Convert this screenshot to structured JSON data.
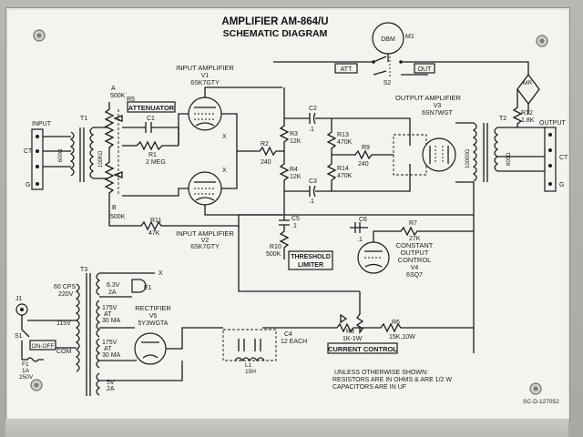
{
  "title": {
    "line1": "AMPLIFIER AM-864/U",
    "line2": "SCHEMATIC DIAGRAM"
  },
  "labels": {
    "input_amp_top": "INPUT AMPLIFIER",
    "v1": "V1",
    "v1_type": "6SK7GTY",
    "input_amp_bottom": "INPUT AMPLIFIER",
    "v2": "V2",
    "v2_type": "6SK7GTY",
    "output_amp": "OUTPUT AMPLIFIER",
    "v3": "V3",
    "v3_type": "6SN7WGT",
    "const_out_1": "CONSTANT",
    "const_out_2": "OUTPUT",
    "const_out_3": "CONTROL",
    "v4": "V4",
    "v4_type": "6SQ7",
    "rectifier": "RECTIFIER",
    "v5": "V5",
    "v5_type": "5Y3WGTA",
    "attenuator": "ATTENUATOR",
    "threshold_1": "THRESHOLD",
    "threshold_2": "LIMITER",
    "current_control": "CURRENT CONTROL",
    "att": "ATT",
    "out": "OUT",
    "on_off": "ON-OFF",
    "input": "INPUT",
    "output": "OUTPUT",
    "dbm": "DBM",
    "m1": "M1",
    "s2": "S2",
    "mr": "MR",
    "note_1": "UNLESS OTHERWISE SHOWN:",
    "note_2": "RESISTORS ARE IN OHMS & ARE 1/2 W",
    "note_3": "CAPACITORS ARE IN UF",
    "drawing_no": "SC-D-127052"
  },
  "components": {
    "r5": "R5",
    "r5_a": "A",
    "r5_a_val": "500K",
    "r5_b": "B",
    "r5_b_val": "500K",
    "r1": "R1",
    "r1_val": "2 MEG",
    "c1": "C1",
    "r11": "R11",
    "r11_val": "47K",
    "r2": "R2",
    "r2_val": "240",
    "r3": "R3",
    "r3_val": "12K",
    "r4": "R4",
    "r4_val": "12K",
    "r10": "R10",
    "r10_val": "500K",
    "c5": "C5",
    "c5_val": ".1",
    "c2": "C2",
    "c2_val": ".1",
    "c3": "C3",
    "c3_val": ".1",
    "r13": "R13",
    "r13_val": "470K",
    "r14": "R14",
    "r14_val": "470K",
    "r9": "R9",
    "r9_val": "240",
    "r12": "R12",
    "r12_val": "1.8K",
    "r7": "R7",
    "r7_val": "27K",
    "c6": "C6",
    "c6_val": ".1",
    "r8": "R8",
    "r8_val": "1K-1W",
    "r6": "R6",
    "r6_val": "15K,10W",
    "c4": "C4",
    "c4_val": "12 EACH",
    "l1": "L1",
    "l1_val": "15H",
    "t1": "T1",
    "t2": "T2",
    "t3": "T3",
    "j1": "J1",
    "s1": "S1",
    "f1": "F1",
    "f1_val": "1A",
    "f1_v": "250V",
    "e1": "E1",
    "t3_60cps": "60 CPS",
    "t3_220": "220V",
    "t3_115": "115V",
    "t3_com": "COM",
    "t3_63v": "6.3V",
    "t3_2a": "2A",
    "t3_175a": "175V",
    "t3_175a_ac": "AT",
    "t3_175a_ma": "30 MA",
    "t3_175b": "175V",
    "t3_175b_ac": "AT",
    "t3_175b_ma": "30 MA",
    "t3_5v": "5V",
    "t3_5v_a": "2A",
    "t1_600": "600Ω",
    "t1_100k": "100KΩ",
    "t2_10000": "10000Ω",
    "t2_600": "600Ω",
    "ct_in": "CT",
    "g_in": "G",
    "ct_out": "CT",
    "g_out": "G"
  }
}
